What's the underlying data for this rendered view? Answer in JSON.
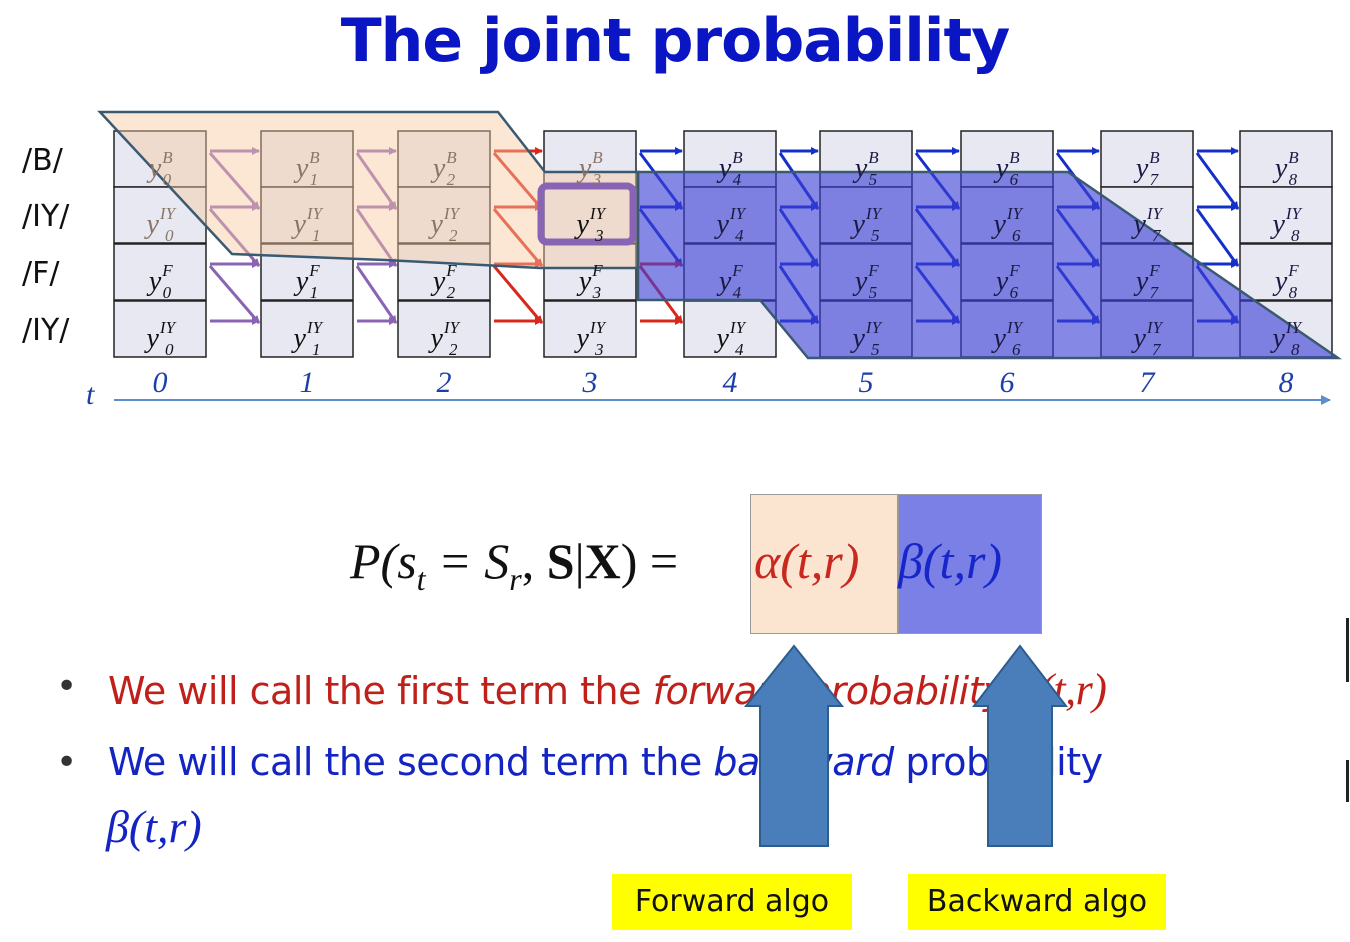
{
  "title": "The joint probability",
  "trellis": {
    "row_labels": [
      "/B/",
      "/IY/",
      "/F/",
      "/IY/"
    ],
    "row_superscripts": [
      "B",
      "IY",
      "F",
      "IY"
    ],
    "time_axis_label": "t",
    "time_steps": [
      "0",
      "1",
      "2",
      "3",
      "4",
      "5",
      "6",
      "7",
      "8"
    ],
    "cell_symbol": "y",
    "highlighted_cell": {
      "t": 3,
      "row": 1
    },
    "forward_region_color": "#f8c9a2",
    "backward_region_color": "#3b3fd6",
    "forward_arrow_color": "#d8281c",
    "backward_arrow_color": "#1530c8",
    "highlight_color": "#8a64b4"
  },
  "formula": {
    "lhs": "P(s",
    "lhs_sub": "t",
    "lhs_mid": " = S",
    "lhs_sub2": "r",
    "lhs_bold": "S",
    "lhs_given": "X",
    "alpha": "α(t,r)",
    "beta": "β(t,r)"
  },
  "bullets": {
    "b1_pre": "We will call the first term the ",
    "b1_italic": "forward probability",
    "b1_math": "α(t,r)",
    "b2_pre": "We will call the second term the ",
    "b2_italic": "backward",
    "b2_post": " probability",
    "b2_math": "β(t,r)"
  },
  "labels": {
    "forward_algo": "Forward algo",
    "backward_algo": "Backward algo"
  }
}
